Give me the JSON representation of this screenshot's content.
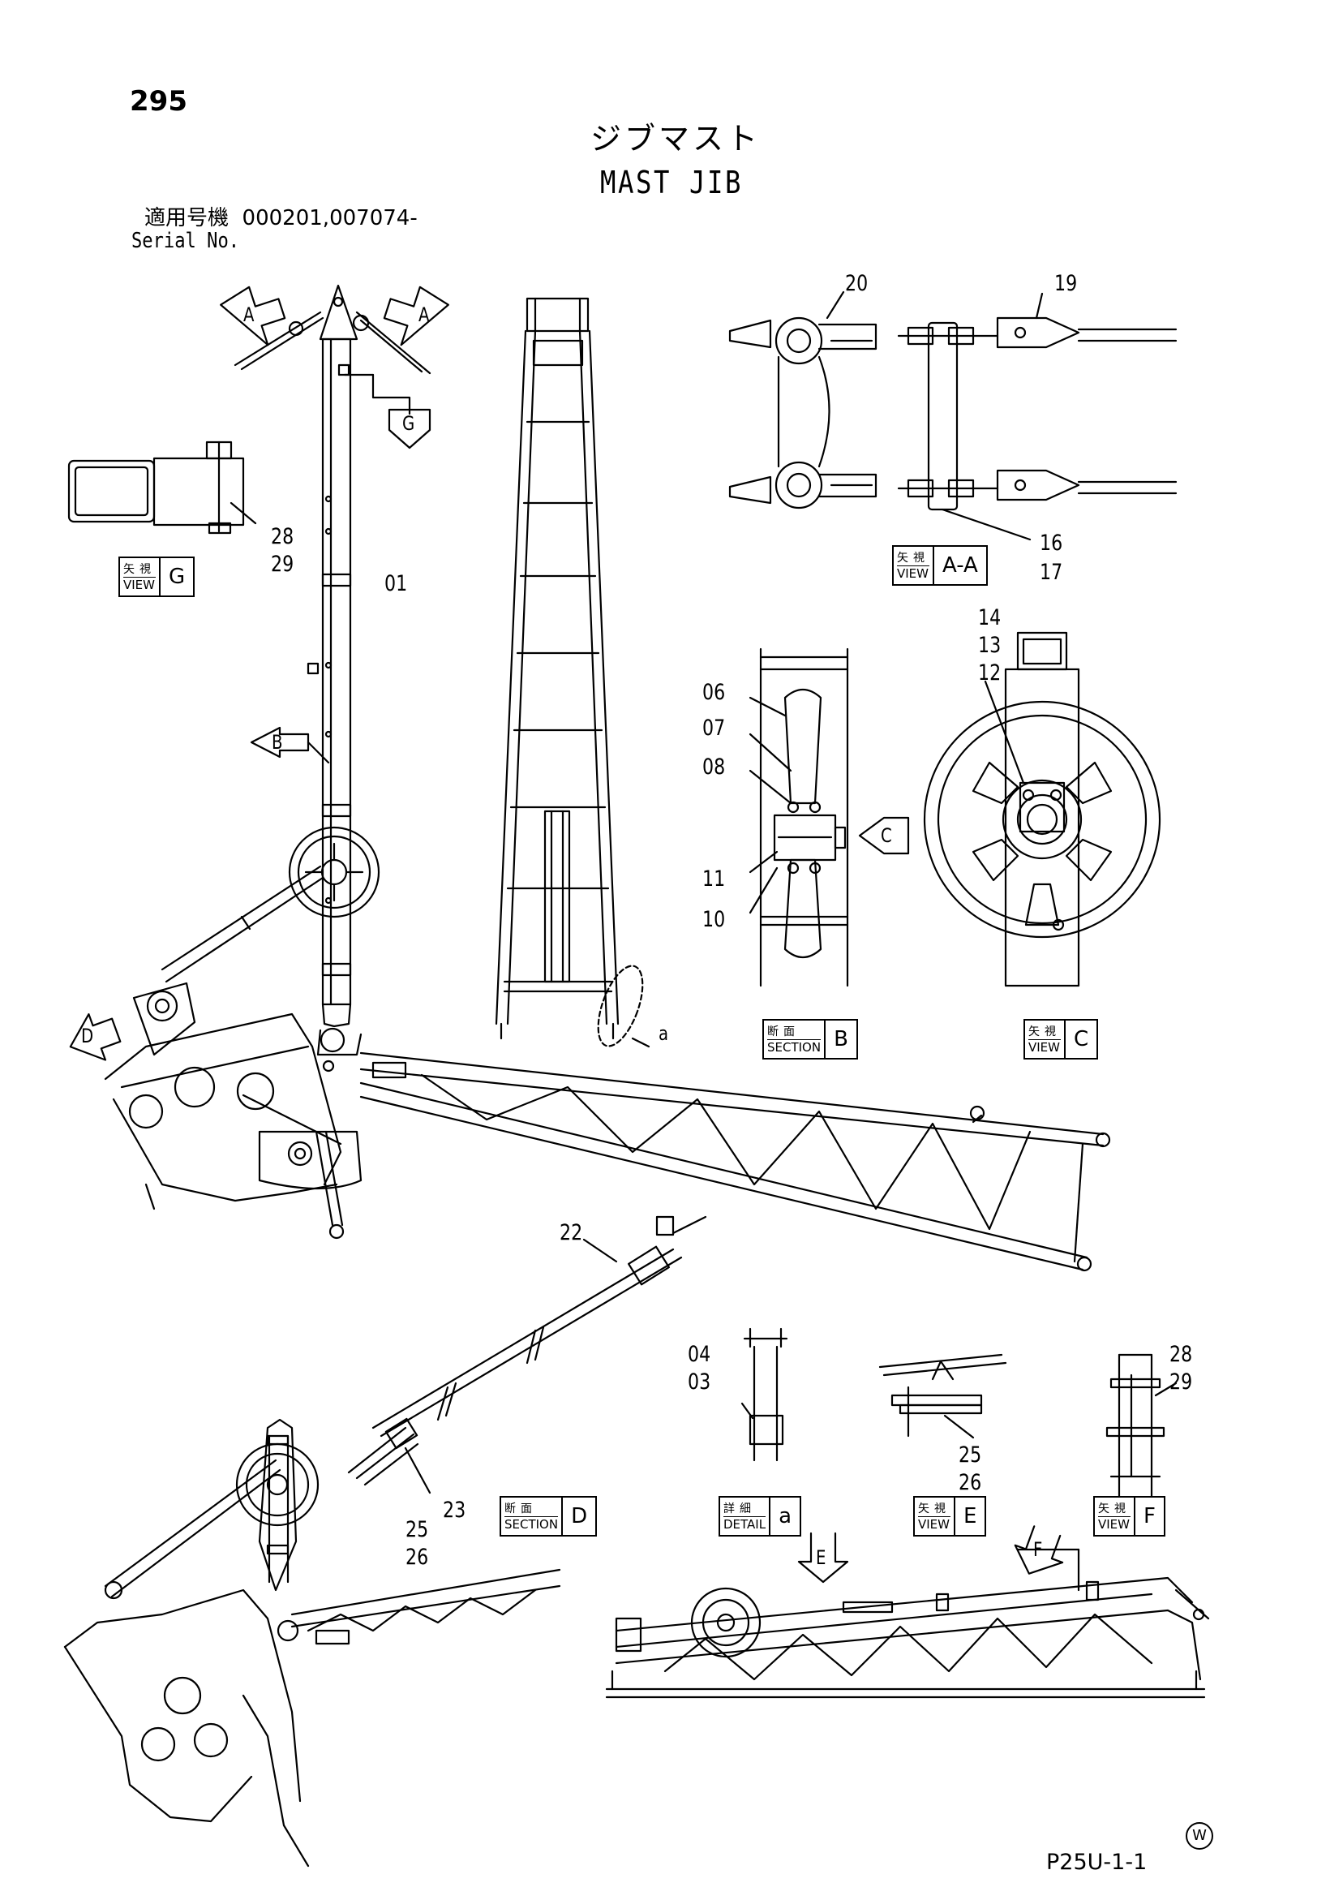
{
  "header": {
    "page_number": "295",
    "title_jp": "ジブマスト",
    "title_en": "MAST JIB",
    "serial_label_jp": "適用号機",
    "serial_numbers": "000201,007074-",
    "serial_label_en": "Serial No."
  },
  "callouts": {
    "c20": "20",
    "c19": "19",
    "c16": "16",
    "c17": "17",
    "c28a": "28",
    "c29a": "29",
    "c01": "01",
    "c14": "14",
    "c13": "13",
    "c12": "12",
    "c06": "06",
    "c07": "07",
    "c08": "08",
    "c11": "11",
    "c10": "10",
    "c22": "22",
    "c23": "23",
    "c25a": "25",
    "c26a": "26",
    "c04": "04",
    "c03": "03",
    "c25b": "25",
    "c26b": "26",
    "c28b": "28",
    "c29b": "29",
    "ca": "a"
  },
  "arrows": {
    "a_left": "A",
    "a_right": "A",
    "g": "G",
    "b": "B",
    "c": "C",
    "d": "D",
    "e": "E",
    "f": "F"
  },
  "views": {
    "view_g": {
      "jp": "矢視",
      "en": "VIEW",
      "letter": "G"
    },
    "view_aa": {
      "jp": "矢視",
      "en": "VIEW",
      "letter": "A-A"
    },
    "section_b": {
      "jp": "断面",
      "en": "SECTION",
      "letter": "B"
    },
    "view_c": {
      "jp": "矢視",
      "en": "VIEW",
      "letter": "C"
    },
    "section_d": {
      "jp": "断面",
      "en": "SECTION",
      "letter": "D"
    },
    "detail_a": {
      "jp": "詳細",
      "en": "DETAIL",
      "letter": "a"
    },
    "view_e": {
      "jp": "矢視",
      "en": "VIEW",
      "letter": "E"
    },
    "view_f": {
      "jp": "矢視",
      "en": "VIEW",
      "letter": "F"
    }
  },
  "footer": {
    "watermark_symbol": "W",
    "drawing_code": "P25U-1-1"
  }
}
